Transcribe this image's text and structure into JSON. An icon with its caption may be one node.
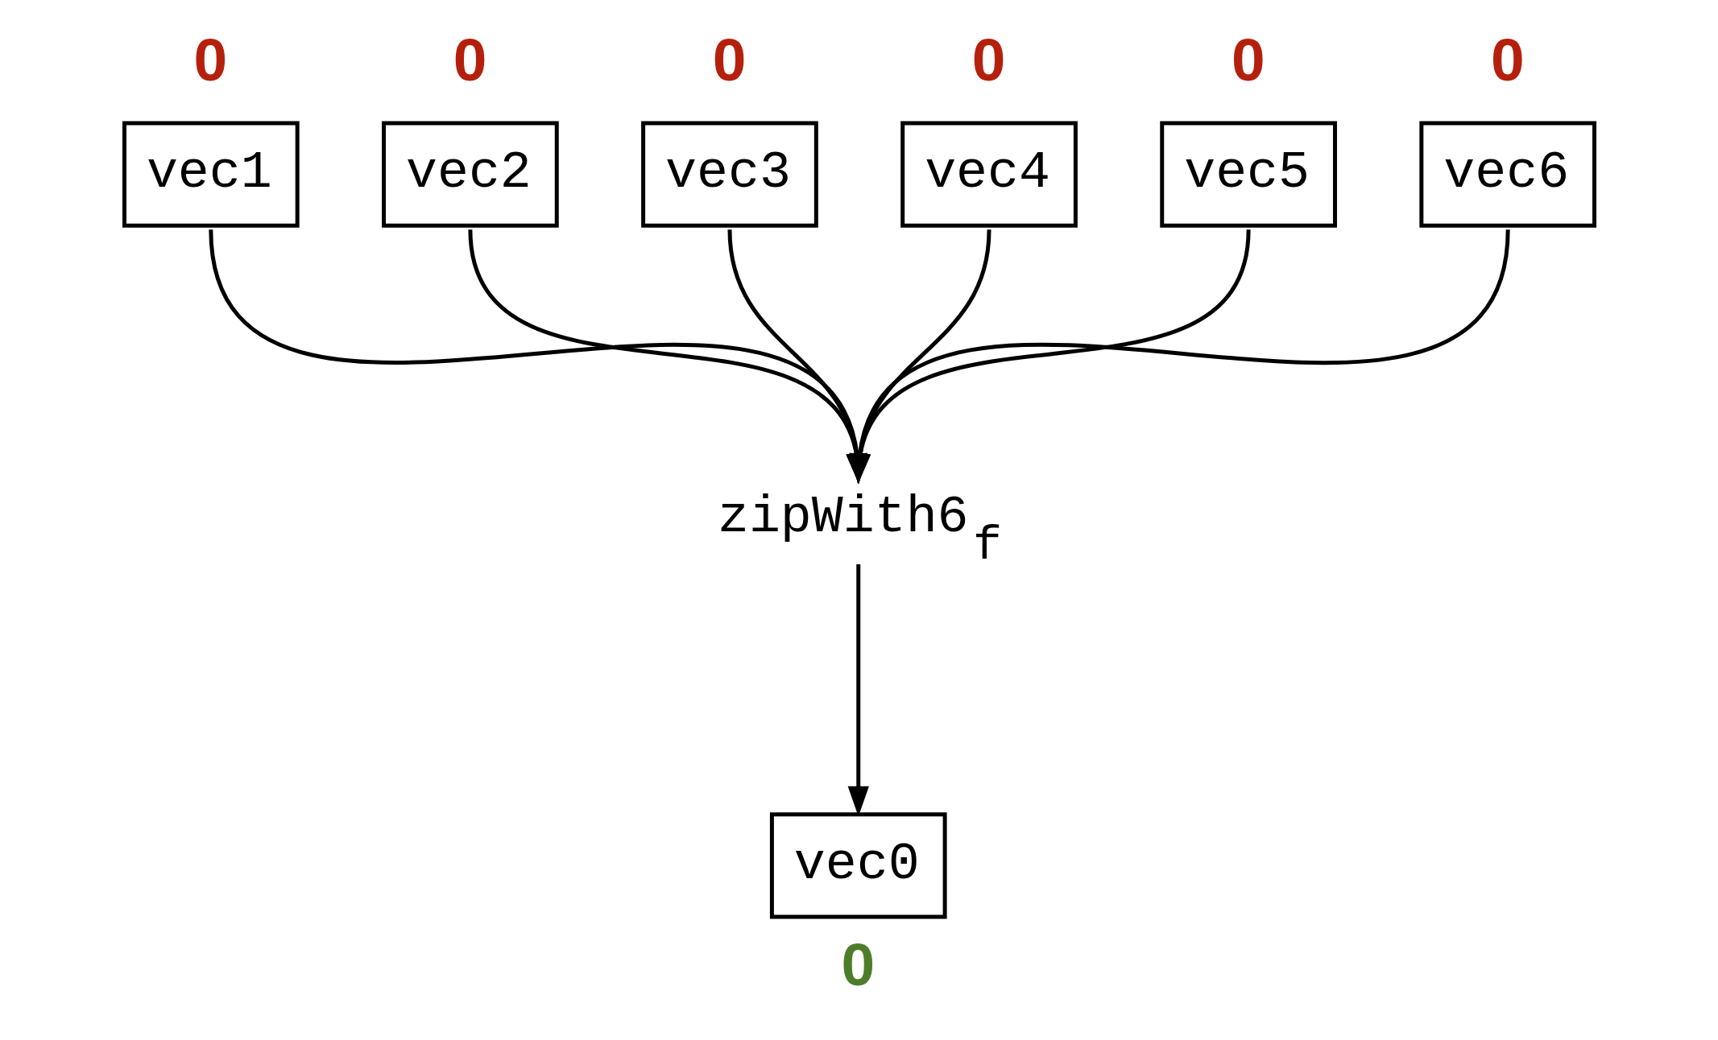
{
  "diagram": {
    "nodes": [
      {
        "text": [
          "vec1"
        ],
        "beside": [
          "0"
        ]
      },
      {
        "text": [
          "vec2"
        ],
        "beside": [
          "0"
        ]
      },
      {
        "text": [
          "vec3"
        ],
        "beside": [
          "0"
        ]
      },
      {
        "text": [
          "vec4"
        ],
        "beside": [
          "0"
        ]
      },
      {
        "text": [
          "vec5"
        ],
        "beside": [
          "0"
        ]
      },
      {
        "text": [
          "vec6"
        ],
        "beside": [
          "0"
        ]
      },
      {
        "text": [
          "zipWith6",
          "f"
        ]
      },
      {
        "text": [
          "vec0"
        ],
        "beside": [
          "0"
        ]
      }
    ],
    "edges": [
      {
        "from": 0,
        "to": 6,
        "arrow": "to"
      },
      {
        "from": 1,
        "to": 6,
        "arrow": "to"
      },
      {
        "from": 2,
        "to": 6,
        "arrow": "to"
      },
      {
        "from": 3,
        "to": 6,
        "arrow": "to"
      },
      {
        "from": 4,
        "to": 6,
        "arrow": "to"
      },
      {
        "from": 5,
        "to": 6,
        "arrow": "to"
      },
      {
        "from": 6,
        "to": 7,
        "arrow": "to"
      }
    ]
  }
}
